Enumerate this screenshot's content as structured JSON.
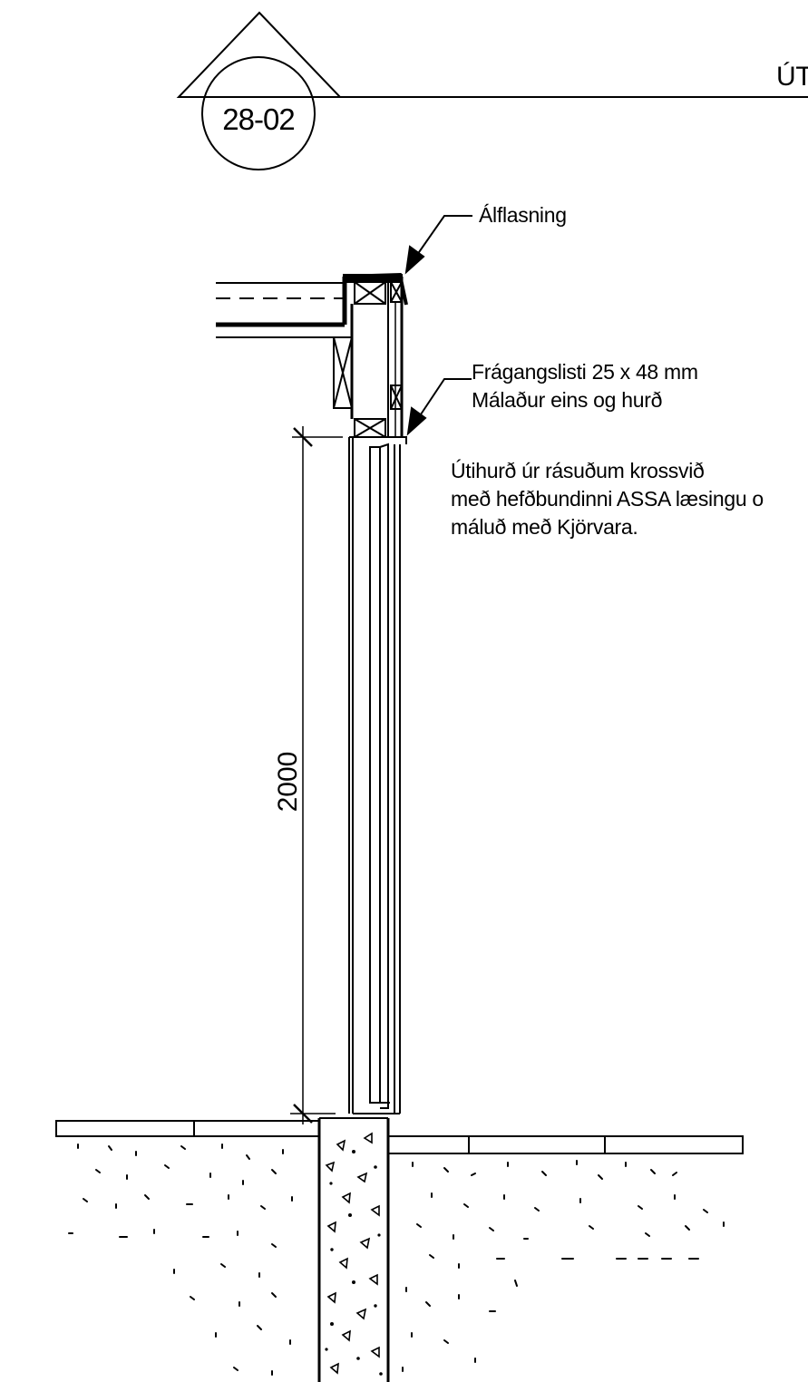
{
  "detail": {
    "reference": "28-02",
    "title_fragment": "ÚT"
  },
  "annotations": {
    "flashing": "Álflasning",
    "trim_line1": "Frágangslisti 25 x 48 mm",
    "trim_line2": "Málaður eins og hurð",
    "door_line1": "Útihurð úr rásuðum krossvið",
    "door_line2": "með hefðbundinni ASSA læsingu o",
    "door_line3": "máluð með Kjörvara."
  },
  "dimensions": {
    "door_height": "2000"
  },
  "colors": {
    "line": "#000000",
    "background": "#ffffff"
  }
}
